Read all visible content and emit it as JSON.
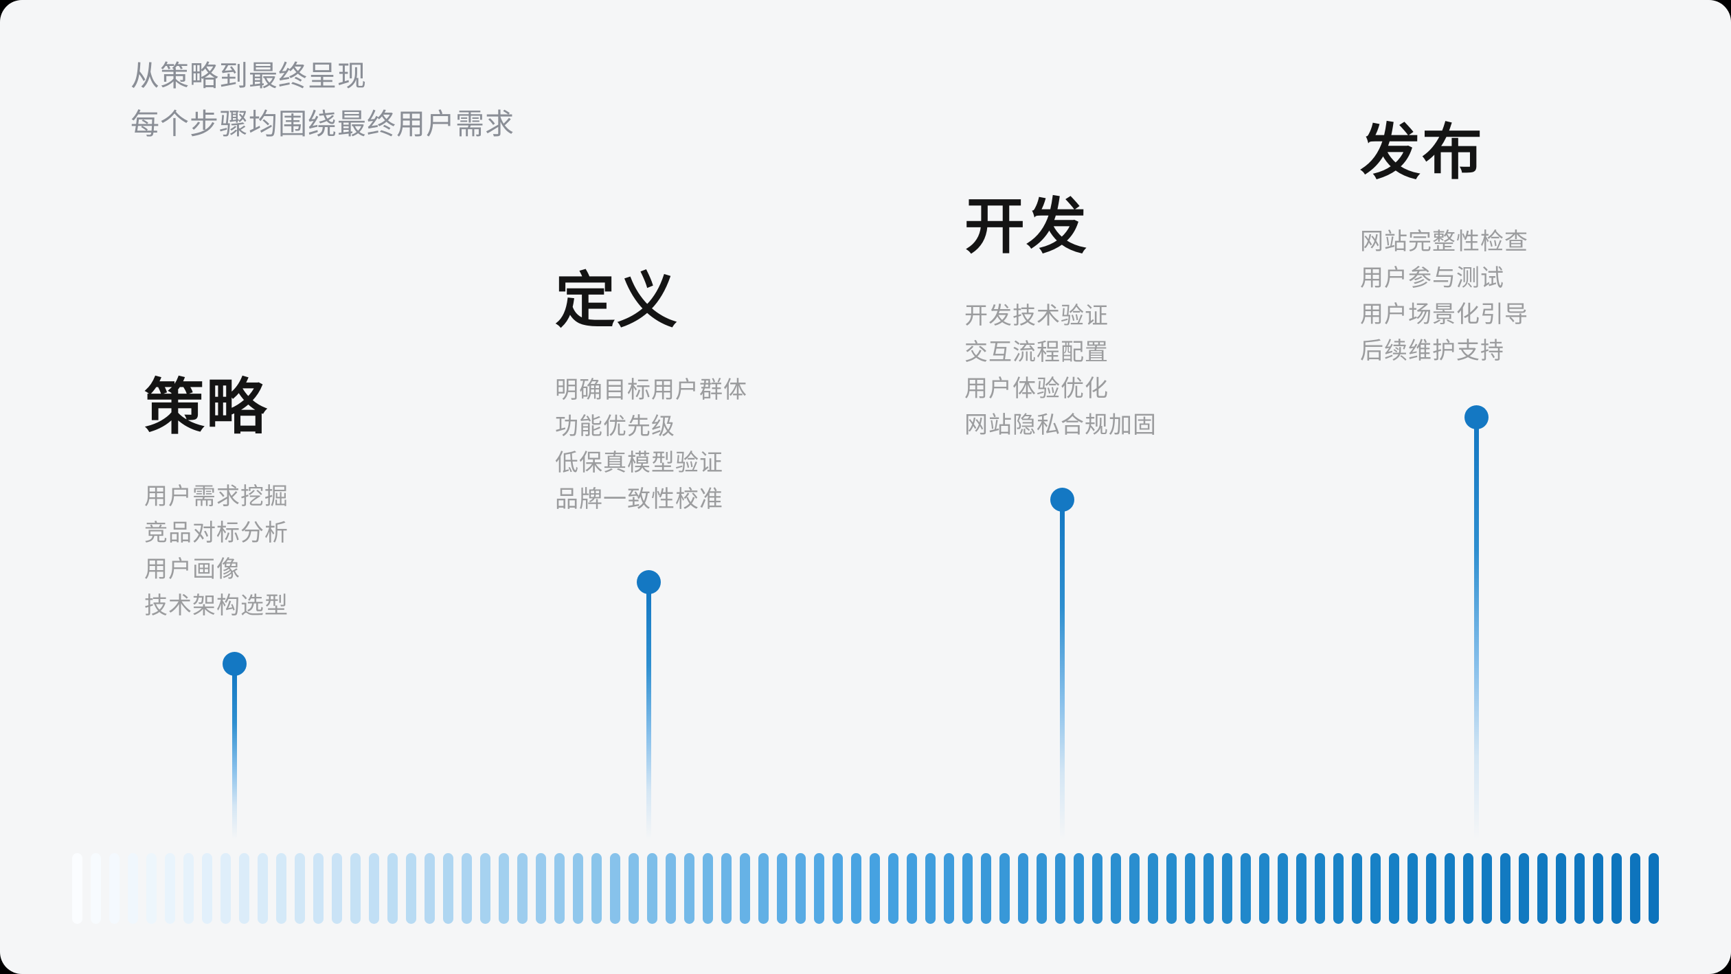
{
  "page": {
    "background_color": "#f5f6f7",
    "accent_color": "#1478c3",
    "subtitle_color": "#8a8e96",
    "title_color": "#141414",
    "item_color": "#9b9c9e",
    "subtitle_line1": "从策略到最终呈现",
    "subtitle_line2": "每个步骤均围绕最终用户需求"
  },
  "stages": [
    {
      "title": "策略",
      "items": [
        "用户需求挖掘",
        "竞品对标分析",
        "用户画像",
        "技术架构选型"
      ]
    },
    {
      "title": "定义",
      "items": [
        "明确目标用户群体",
        "功能优先级",
        "低保真模型验证",
        "品牌一致性校准"
      ]
    },
    {
      "title": "开发",
      "items": [
        "开发技术验证",
        "交互流程配置",
        "用户体验优化",
        "网站隐私合规加固"
      ]
    },
    {
      "title": "发布",
      "items": [
        "网站完整性检查",
        "用户参与测试",
        "用户场景化引导",
        "后续维护支持"
      ]
    }
  ],
  "timeline": {
    "dot_color": "#1478c3",
    "bar_count": 86,
    "bar_color_stops": [
      "#FBFDFF",
      "#C9E3F6",
      "#8AC4EB",
      "#47A3E2",
      "#2A8ECF",
      "#1680C5",
      "#0D73BC"
    ]
  }
}
